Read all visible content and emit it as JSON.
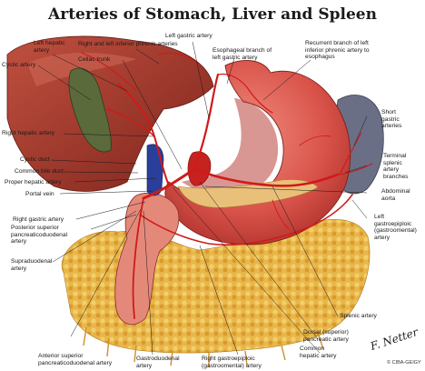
{
  "title": "Arteries of Stomach, Liver and Spleen",
  "labels": {
    "left_hepatic_artery": "Left hepatic\nartery",
    "cystic_artery": "Cystic artery",
    "right_left_inferior_phrenic": "Right and left inferior phrenic arteries",
    "celiac_trunk": "Celiac trunk",
    "left_gastric_artery": "Left gastric artery",
    "esophageal_branch": "Esophageal branch of\nleft gastric artery",
    "recurrent_branch": "Recurrent branch of left\ninferior phrenic artery to\nesophagus",
    "right_hepatic_artery": "Right hepatic artery",
    "short_gastric_arteries": "Short\ngastric\narteries",
    "cystic_duct": "Cystic duct",
    "common_bile_duct": "Common bile duct",
    "proper_hepatic_artery": "Proper hepatic artery",
    "portal_vein": "Portal vein",
    "terminal_splenic_branches": "Terminal\nsplenic\nartery\nbranches",
    "abdominal_aorta": "Abdominal\naorta",
    "right_gastric_artery": "Right gastric artery",
    "posterior_superior_pd": "Posterior superior\npancreaticoduodenal\nartery",
    "left_gastroepiploic": "Left\ngastroepiploic\n(gastroomental)\nartery",
    "supraduodenal_artery": "Supraduodenal\nartery",
    "splenic_artery": "Splenic artery",
    "dorsal_pancreatic": "Dorsal (superior)\npancreatic artery",
    "common_hepatic_artery": "Common\nhepatic artery",
    "anterior_superior_pd": "Anterior superior\npancreaticoduodenal artery",
    "gastroduodenal_artery": "Gastroduodenal\nartery",
    "right_gastroepiploic": "Right gastroepiploic\n(gastroomental) artery"
  },
  "signature": "F. Netter",
  "copyright": "© CIBA-GEIGY",
  "colors": {
    "stomach": "#d9534a",
    "liver": "#a8372c",
    "omentum": "#e8b64a",
    "spleen": "#6b6f86",
    "artery": "#d01a1a",
    "vein": "#2a3f9a",
    "gallbladder": "#5a6a3a",
    "leader_line": "#1a1a1a"
  }
}
